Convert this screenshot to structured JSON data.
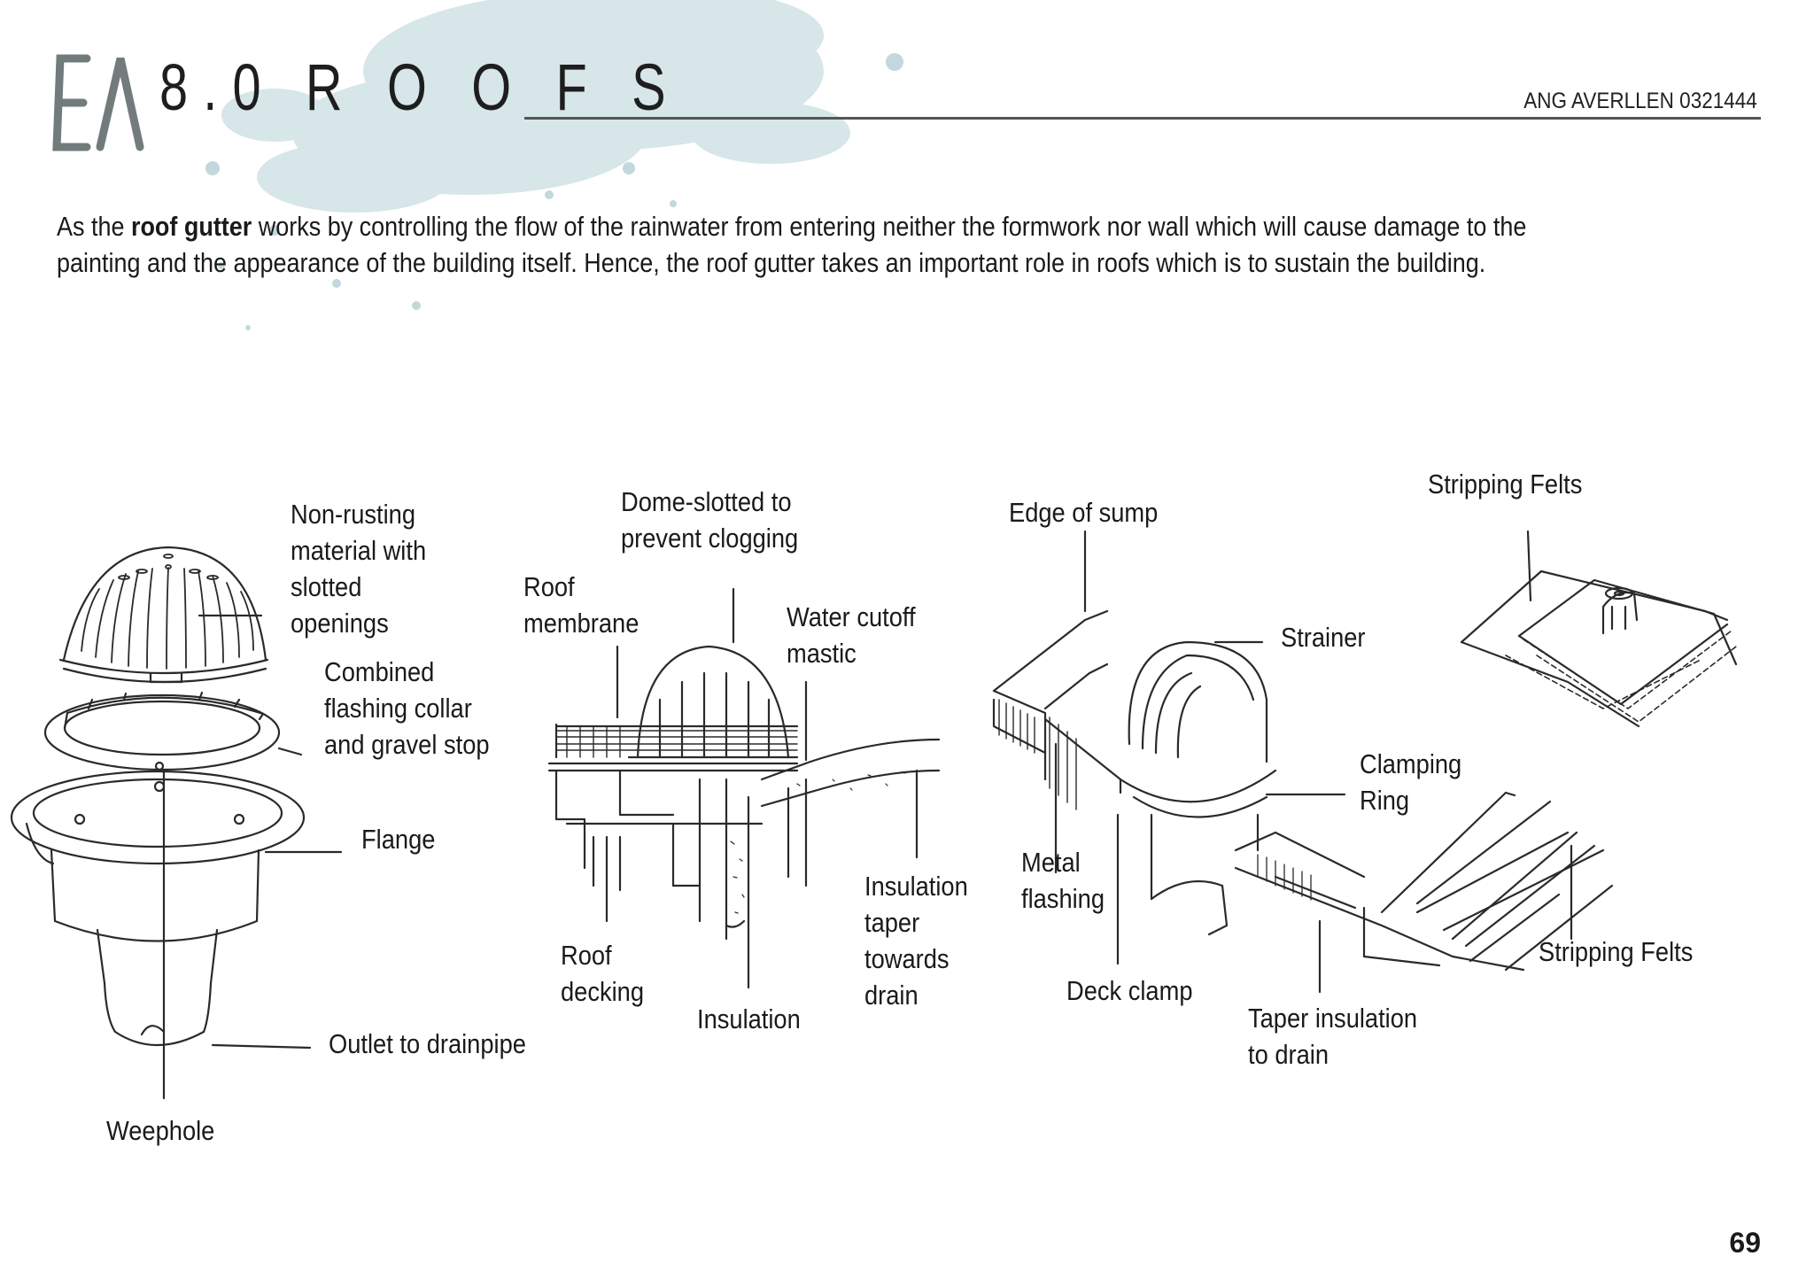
{
  "header": {
    "title": "8.0 R O O F S",
    "author": "ANG AVERLLEN 0321444"
  },
  "intro": {
    "lead": "As the ",
    "bold": "roof gutter",
    "rest": " works by controlling the flow of the rainwater from entering neither the formwork nor wall which will cause damage to the painting and the appearance of the building itself. Hence, the roof gutter takes an important role in roofs which is to sustain the building."
  },
  "labels": {
    "non_rusting": [
      "Non-rusting",
      "material with",
      "slotted",
      "openings"
    ],
    "combined_collar": [
      "Combined",
      "flashing collar",
      "and gravel stop"
    ],
    "flange": "Flange",
    "outlet": "Outlet to drainpipe",
    "weephole": "Weephole",
    "dome_slotted": [
      "Dome-slotted to",
      "prevent clogging"
    ],
    "roof_membrane": [
      "Roof",
      "membrane"
    ],
    "water_cutoff": [
      "Water cutoff",
      "mastic"
    ],
    "insulation_taper": [
      "Insulation",
      "taper",
      "towards",
      "drain"
    ],
    "roof_decking": [
      "Roof",
      "decking"
    ],
    "insulation": "Insulation",
    "edge_of_sump": "Edge of sump",
    "strainer": "Strainer",
    "stripping_felts_top": "Stripping Felts",
    "clamping_ring": [
      "Clamping",
      "Ring"
    ],
    "metal_flashing": [
      "Metal",
      "flashing"
    ],
    "deck_clamp": "Deck clamp",
    "taper_insulation": [
      "Taper insulation",
      "to drain"
    ],
    "stripping_felts_bottom": "Stripping Felts"
  },
  "page_number": "69",
  "colors": {
    "splash": "#8fb8c0",
    "ink": "#2a2a2a",
    "rule": "#555555"
  }
}
